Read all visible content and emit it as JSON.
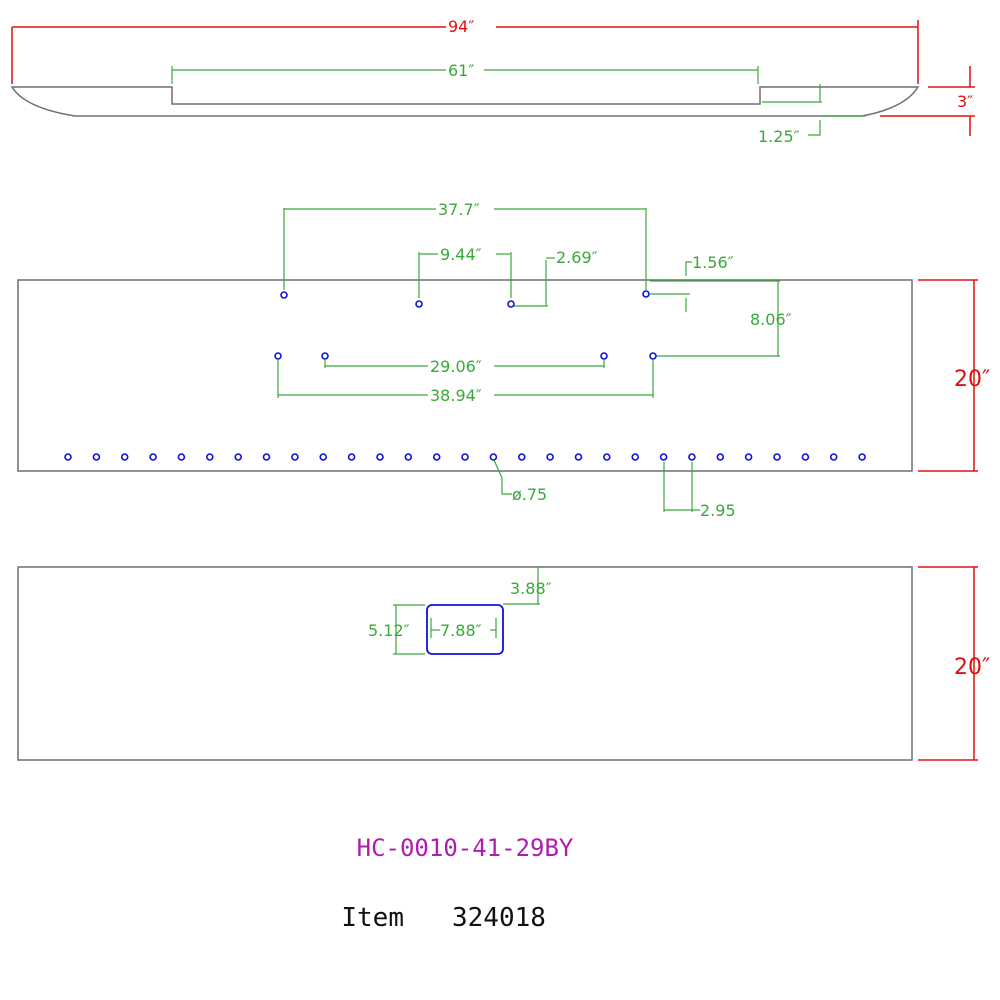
{
  "top_view": {
    "overall_length": "94″",
    "flat_length": "61″",
    "height": "3″",
    "step_depth": "1.25″"
  },
  "hole_view": {
    "dim_37_7": "37.7″",
    "dim_9_44": "9.44″",
    "dim_2_69": "2.69″",
    "dim_1_56": "1.56″",
    "dim_8_06": "8.06″",
    "dim_29_06": "29.06″",
    "dim_38_94": "38.94″",
    "hole_diameter": "ø.75",
    "hole_spacing": "2.95",
    "width": "20″",
    "row_hole_count": 29
  },
  "cutout_view": {
    "offset": "3.88″",
    "cutout_height": "5.12″",
    "cutout_width": "7.88″",
    "width": "20″"
  },
  "part_number": "HC-0010-41-29BY",
  "item_label": "Item",
  "item_number": "324018",
  "colors": {
    "outline": "#6e6e6e",
    "dimension": "#3aa83a",
    "overall_dimension": "#e01010",
    "holes": "#1010e0",
    "part_number": "#b01cb0"
  }
}
